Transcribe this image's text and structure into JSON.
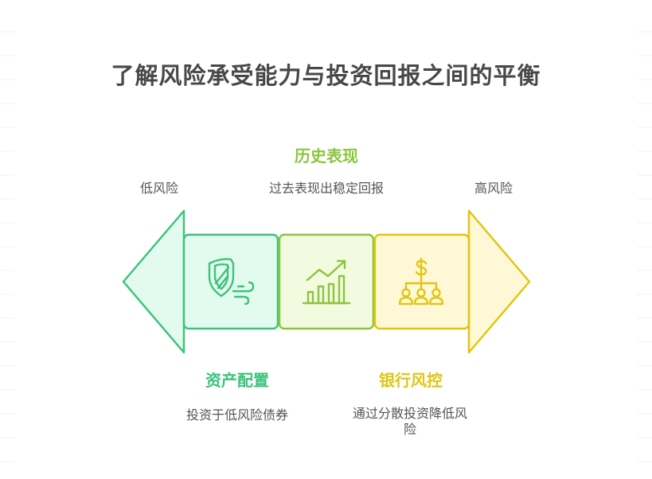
{
  "title": "了解风险承受能力与投资回报之间的平衡",
  "left_end": {
    "label": "低风险"
  },
  "right_end": {
    "label": "高风险"
  },
  "segments": [
    {
      "heading": "资产配置",
      "description": "投资于低风险债券",
      "icon": "shield-wind-icon",
      "color": "#3ec27d"
    },
    {
      "heading": "历史表现",
      "description": "过去表现出稳定回报",
      "icon": "chart-trend-icon",
      "color": "#8dc43f"
    },
    {
      "heading": "银行风控",
      "description_lines": [
        "通过分散投资降低风",
        "险"
      ],
      "icon": "dollar-people-icon",
      "color": "#e0c613"
    }
  ],
  "colors": {
    "green_stroke": "#3ec27d",
    "green_fill": "#e3fbee",
    "lime_stroke": "#8dc43f",
    "lime_fill": "#f2fbdf",
    "yellow_stroke": "#e0c613",
    "yellow_fill": "#fff8d6",
    "title": "#484848"
  }
}
